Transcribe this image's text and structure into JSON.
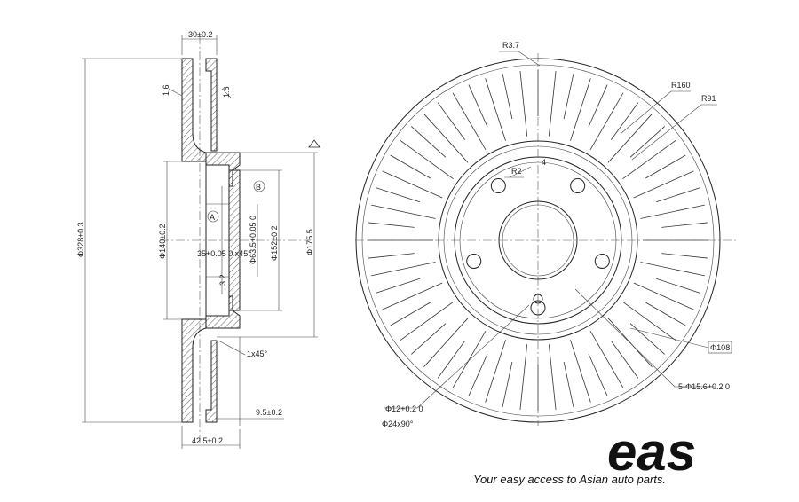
{
  "section_view": {
    "dims": {
      "width_top": "30±0.2",
      "slope_left": "1.6",
      "slope_right": "1.6",
      "datum_a": "A",
      "datum_b": "B",
      "outer_dia": "Φ328±0.3",
      "hub_dia": "Φ140±0.2",
      "bore_dia": "Φ63.5+0.05 0",
      "bore_chamfer": "35+0.05 0 x45°",
      "pcd_dia": "Φ152±0.2",
      "hat_dia": "Φ175.5",
      "runout": "3.2",
      "edge_chamfer": "1x45°",
      "hat_depth": "9.5±0.2",
      "total_height": "42.5±0.2"
    }
  },
  "front_view": {
    "dims": {
      "r37": "R3.7",
      "r160": "R160",
      "r91": "R91",
      "r2": "R2",
      "four": "4",
      "d108": "Φ108",
      "holes": "5-Φ15.6+0.2 0",
      "d12": "Φ12+0.2 0",
      "d24": "Φ24x90°"
    },
    "bolt_holes": 5,
    "vane_count": 60
  },
  "branding": {
    "logo": "eas",
    "tagline": "Your easy access to Asian auto parts."
  }
}
